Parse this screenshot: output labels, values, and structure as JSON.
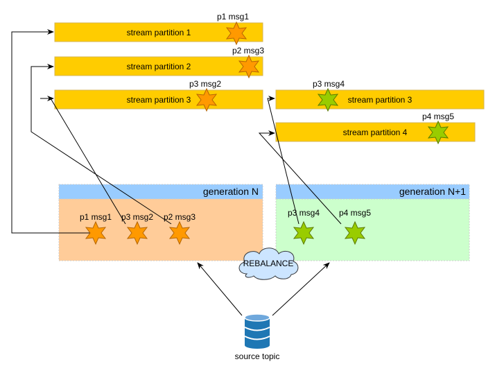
{
  "colors": {
    "partition_fill": "#ffcc00",
    "partition_stroke": "#d6b656",
    "star_orange": "#ff9900",
    "star_green": "#99cc00",
    "gen_n_fill": "#ffcc99",
    "gen_n1_fill": "#ccffcc",
    "gen_header": "#99ccff",
    "cloud_fill": "#cce5ff",
    "db_fill": "#1f77b4"
  },
  "partitions": {
    "left_1": "stream partition 1",
    "left_2": "stream partition 2",
    "left_3": "stream partition 3",
    "right_3": "stream partition 3",
    "right_4": "stream partition 4"
  },
  "partition_messages": {
    "p1_msg1": "p1 msg1",
    "p2_msg3": "p2 msg3",
    "p3_msg2": "p3 msg2",
    "p3_msg4": "p3 msg4",
    "p4_msg5": "p4 msg5"
  },
  "generation_n": {
    "title": "generation N",
    "messages": [
      "p1 msg1",
      "p3 msg2",
      "p2 msg3"
    ]
  },
  "generation_n1": {
    "title": "generation N+1",
    "messages": [
      "p3 msg4",
      "p4 msg5"
    ]
  },
  "rebalance_label": "REBALANCE",
  "source_label": "source topic",
  "icons": {
    "message": "star-icon",
    "source": "database-icon",
    "rebalance": "cloud-icon"
  }
}
